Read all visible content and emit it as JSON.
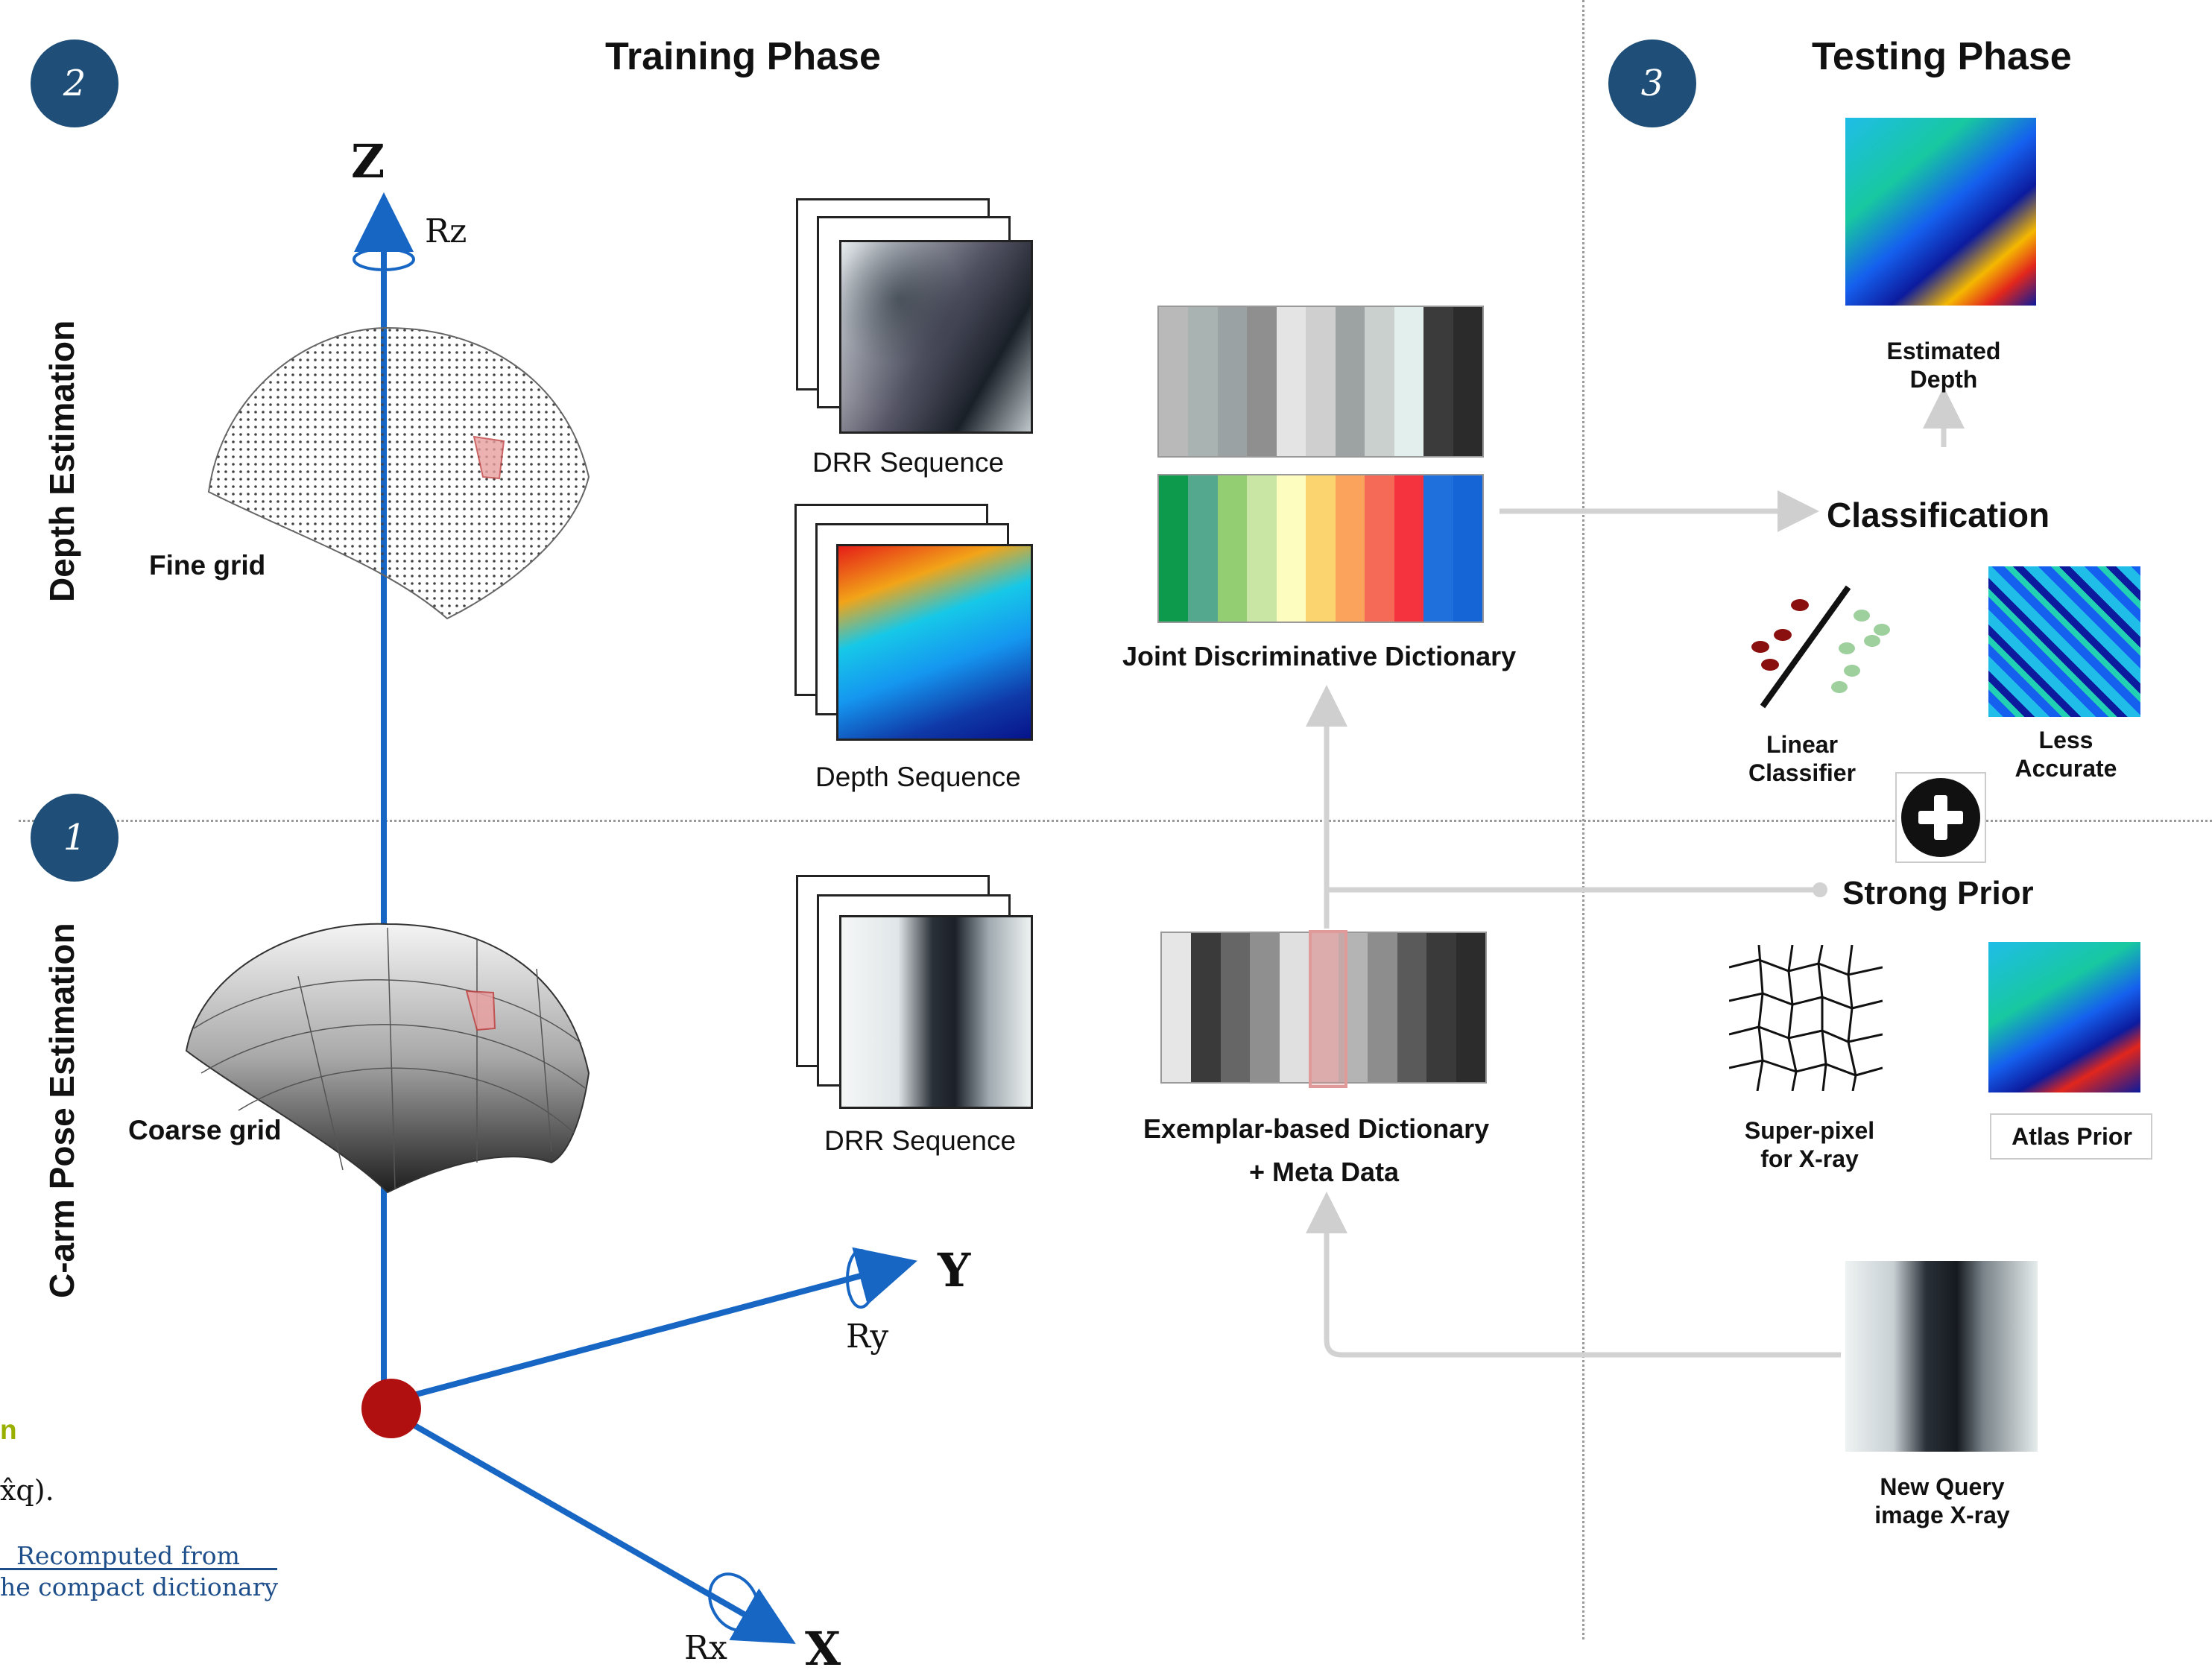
{
  "phases": {
    "training_title": "Training Phase",
    "testing_title": "Testing Phase",
    "badge_training": "2",
    "badge_pose": "1",
    "badge_testing": "3"
  },
  "side_labels": {
    "depth": "Depth Estimation",
    "pose": "C-arm Pose Estimation"
  },
  "axes": {
    "z": "Z",
    "y": "Y",
    "x": "X",
    "rz": "Rz",
    "ry": "Ry",
    "rx": "Rx"
  },
  "grids": {
    "fine": "Fine grid",
    "coarse": "Coarse grid"
  },
  "sequences": {
    "drr_top": "DRR Sequence",
    "depth": "Depth Sequence",
    "drr_bottom": "DRR Sequence"
  },
  "dictionaries": {
    "joint": "Joint Discriminative Dictionary",
    "exemplar_line1": "Exemplar-based Dictionary",
    "exemplar_line2": "+ Meta Data",
    "joint_gray_colors": [
      "#b9b9b9",
      "#a9b3b1",
      "#9aa2a4",
      "#8f8f8f",
      "#e4e4e4",
      "#cfcfcf",
      "#9ca3a2",
      "#c9d0ce",
      "#e3efed",
      "#3b3b3b",
      "#2b2b2b"
    ],
    "joint_color_colors": [
      "#0e9a4c",
      "#54a88e",
      "#93ce73",
      "#c9e6a4",
      "#fdfdc0",
      "#fbd46f",
      "#fba25c",
      "#f56a56",
      "#f4333e",
      "#1f6fdc",
      "#1565d6"
    ],
    "exemplar_colors": [
      "#e6e6e6",
      "#3a3a3a",
      "#666666",
      "#8f8f8f",
      "#e0e0e0",
      "#d8b8b8",
      "#b4b4b4",
      "#8d8d8d",
      "#5a5a5a",
      "#3a3a3a",
      "#2c2c2c"
    ]
  },
  "testing": {
    "estimated_depth_1": "Estimated",
    "estimated_depth_2": "Depth",
    "classification": "Classification",
    "linear_1": "Linear",
    "linear_2": "Classifier",
    "less_1": "Less",
    "less_2": "Accurate",
    "strong_prior": "Strong Prior",
    "superpixel_1": "Super-pixel",
    "superpixel_2": "for X-ray",
    "atlas": "Atlas Prior",
    "query_1": "New Query",
    "query_2": "image X-ray"
  },
  "margin_text": {
    "recomputed_1": "Recomputed from",
    "recomputed_2": "he compact dictionary",
    "formula": "x̂q).",
    "fragment": "n"
  }
}
